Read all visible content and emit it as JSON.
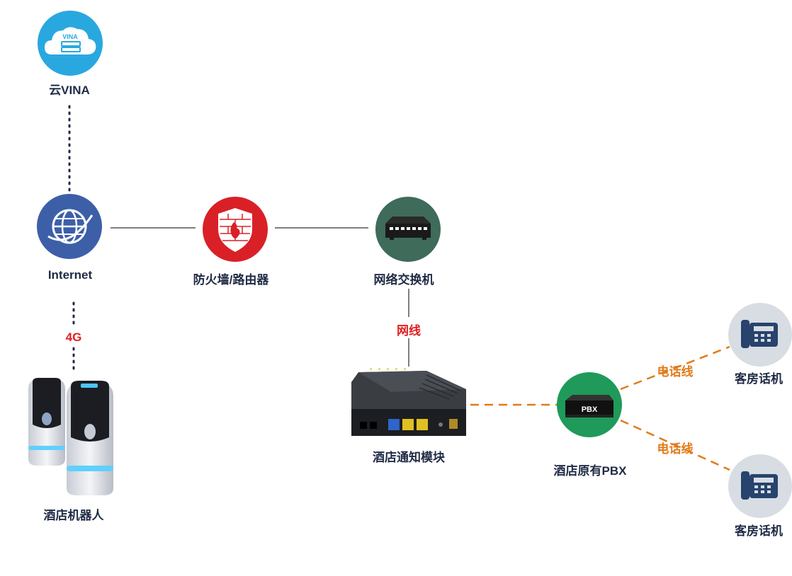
{
  "nodes": {
    "cloud": {
      "label": "云VINA",
      "badge": "VINA"
    },
    "internet": {
      "label": "Internet"
    },
    "firewall": {
      "label": "防火墙/路由器"
    },
    "switch": {
      "label": "网络交换机"
    },
    "module": {
      "label": "酒店通知模块"
    },
    "pbx": {
      "label": "酒店原有PBX",
      "badge": "PBX"
    },
    "phone_top": {
      "label": "客房话机"
    },
    "phone_bottom": {
      "label": "客房话机"
    },
    "robot": {
      "label": "酒店机器人"
    }
  },
  "links": {
    "fourg": "4G",
    "cable": "网线",
    "phone_line_top": "电话线",
    "phone_line_bottom": "电话线"
  },
  "colors": {
    "link_solid": "#555555",
    "link_phone": "#e07b1a",
    "label_red": "#e02020",
    "label_orange": "#e07b1a",
    "cloud_circle": "#29a8e0",
    "internet_circle": "#3d5fa8",
    "firewall_circle": "#d92027",
    "switch_circle": "#3f6b5a",
    "pbx_circle": "#1f9a5a",
    "phone_circle": "#d8dde3"
  }
}
